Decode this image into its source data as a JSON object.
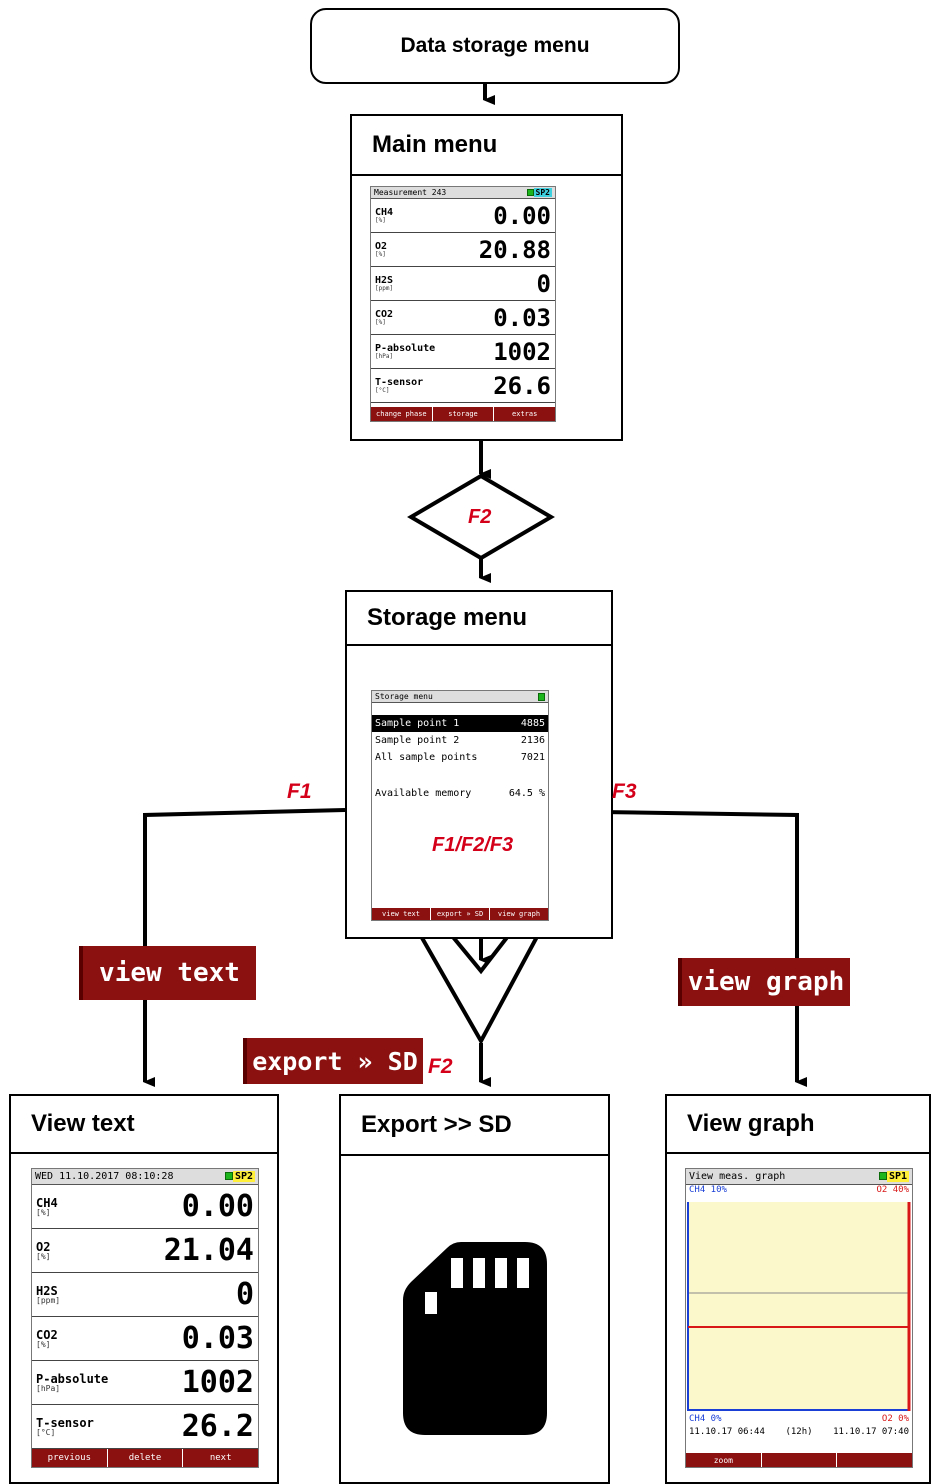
{
  "start": {
    "label": "Data storage menu"
  },
  "main_menu": {
    "title": "Main menu",
    "screen": {
      "header_left": "Measurement 243",
      "header_right": "SP2",
      "rows": [
        {
          "name": "CH4",
          "unit": "[%]",
          "value": "0.00"
        },
        {
          "name": "O2",
          "unit": "[%]",
          "value": "20.88"
        },
        {
          "name": "H2S",
          "unit": "[ppm]",
          "value": "0"
        },
        {
          "name": "CO2",
          "unit": "[%]",
          "value": "0.03"
        },
        {
          "name": "P-absolute",
          "unit": "[hPa]",
          "value": "1002"
        },
        {
          "name": "T-sensor",
          "unit": "[°C]",
          "value": "26.6"
        }
      ],
      "fkeys": [
        "change phase",
        "storage",
        "extras"
      ]
    }
  },
  "decision1": {
    "label": "F2"
  },
  "storage_menu": {
    "title": "Storage menu",
    "screen": {
      "header_left": "Storage menu",
      "rows": [
        {
          "label": "Sample point 1",
          "value": "4885",
          "selected": true
        },
        {
          "label": "Sample point 2",
          "value": "2136",
          "selected": false
        },
        {
          "label": "All sample points",
          "value": "7021",
          "selected": false
        }
      ],
      "memory_label": "Available memory",
      "memory_value": "64.5 %",
      "fkeys": [
        "view text",
        "export » SD",
        "view graph"
      ]
    }
  },
  "decision2": {
    "label": "F1/F2/F3"
  },
  "f1": "F1",
  "f2": "F2",
  "f3": "F3",
  "softkey_view_text": "view text",
  "softkey_export": "export » SD",
  "softkey_view_graph": "view graph",
  "view_text": {
    "title": "View text",
    "screen": {
      "header_left": "WED  11.10.2017  08:10:28",
      "header_right": "SP2",
      "rows": [
        {
          "name": "CH4",
          "unit": "[%]",
          "value": "0.00"
        },
        {
          "name": "O2",
          "unit": "[%]",
          "value": "21.04"
        },
        {
          "name": "H2S",
          "unit": "[ppm]",
          "value": "0"
        },
        {
          "name": "CO2",
          "unit": "[%]",
          "value": "0.03"
        },
        {
          "name": "P-absolute",
          "unit": "[hPa]",
          "value": "1002"
        },
        {
          "name": "T-sensor",
          "unit": "[°C]",
          "value": "26.2"
        }
      ],
      "fkeys": [
        "previous",
        "delete",
        "next"
      ]
    }
  },
  "export_sd": {
    "title": "Export >> SD"
  },
  "view_graph": {
    "title": "View graph",
    "screen": {
      "header_left": "View meas. graph",
      "header_right": "SP1",
      "top_left": "CH4 10%",
      "top_right": "O2 40%",
      "bottom_left": "CH4 0%",
      "bottom_right": "O2 0%",
      "time_start": "11.10.17 06:44",
      "time_span": "(12h)",
      "time_end": "11.10.17 07:40",
      "fkeys": [
        "zoom",
        "",
        ""
      ],
      "colors": {
        "ch4": "#1a3fd6",
        "o2": "#d81818",
        "plot_bg": "#fbf8cc"
      }
    }
  }
}
